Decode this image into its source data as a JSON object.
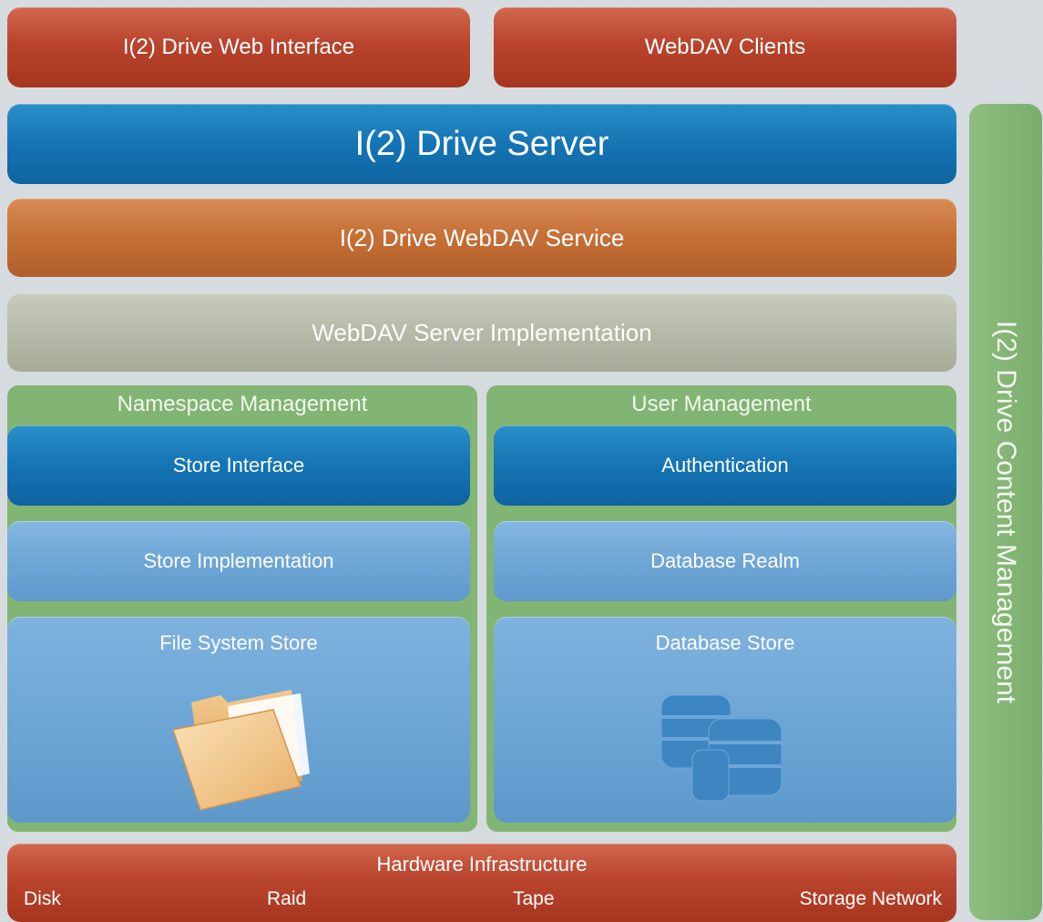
{
  "top": {
    "web_interface": "I(2) Drive Web Interface",
    "webdav_clients": "WebDAV Clients"
  },
  "server": {
    "title": "I(2) Drive Server"
  },
  "webdav_service": {
    "title": "I(2) Drive WebDAV Service"
  },
  "webdav_impl": {
    "title": "WebDAV Server Implementation"
  },
  "namespace": {
    "title": "Namespace Management",
    "store_interface": "Store Interface",
    "store_implementation": "Store Implementation",
    "file_system_store": "File System Store",
    "icon": "folder-icon"
  },
  "users": {
    "title": "User Management",
    "authentication": "Authentication",
    "database_realm": "Database Realm",
    "database_store": "Database Store",
    "icon": "database-icon"
  },
  "content_management": {
    "title": "I(2) Drive Content Management"
  },
  "hardware": {
    "title": "Hardware Infrastructure",
    "items": [
      "Disk",
      "Raid",
      "Tape",
      "Storage Network"
    ]
  }
}
